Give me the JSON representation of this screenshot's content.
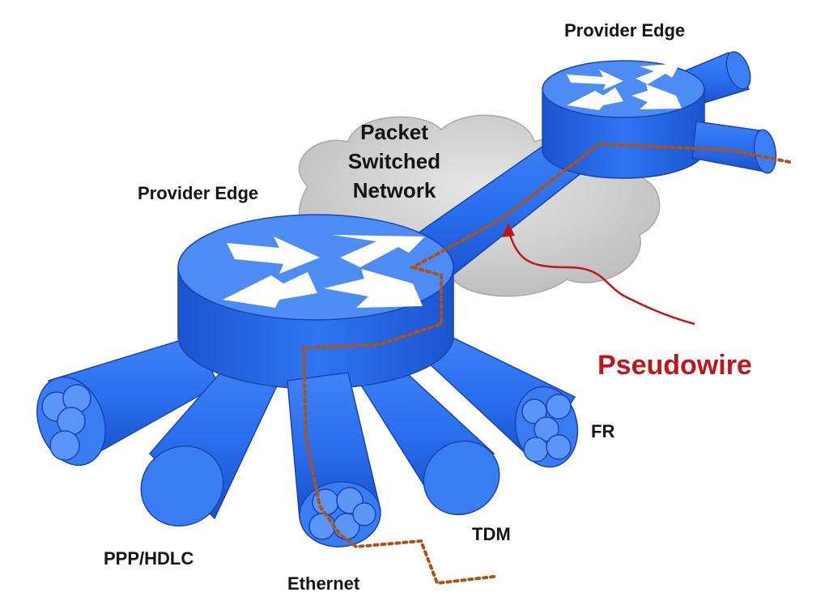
{
  "labels": {
    "provider_edge_top": "Provider Edge",
    "provider_edge_left": "Provider Edge",
    "network_line1": "Packet",
    "network_line2": "Switched",
    "network_line3": "Network",
    "pseudowire": "Pseudowire",
    "fr": "FR",
    "tdm": "TDM",
    "ppp_hdlc": "PPP/HDLC",
    "ethernet": "Ethernet"
  },
  "colors": {
    "router_blue": "#2b6ff0",
    "router_top": "#4d8cf5",
    "router_dark": "#1749c4",
    "cloud_grey": "#c6c6c6",
    "pseudowire_red": "#c0161b",
    "path_brown": "#a9541a",
    "text": "#141414"
  },
  "icons": {
    "router": "router-arrows-icon",
    "cloud": "cloud-icon"
  }
}
